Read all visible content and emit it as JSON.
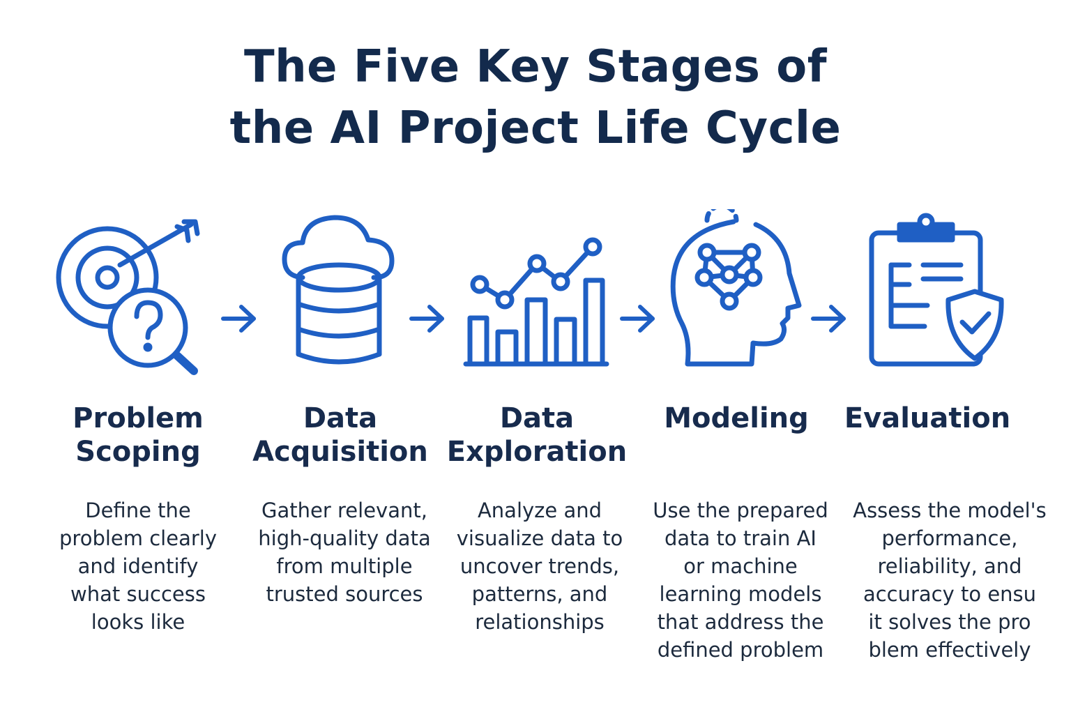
{
  "title": {
    "line1": "The Five Key Stages of",
    "line2": "the AI Project Life Cycle"
  },
  "colors": {
    "accent": "#1f5fc4",
    "title": "#132a4c",
    "text": "#1c2a3d"
  },
  "stages": [
    {
      "icon": "target-question-icon",
      "title_lines": [
        "Problem",
        "Scoping"
      ],
      "desc_lines": [
        "Define the",
        "problem clearly",
        "and identify",
        "what success",
        "looks like"
      ]
    },
    {
      "icon": "cloud-database-icon",
      "title_lines": [
        "Data",
        "Acquisition"
      ],
      "desc_lines": [
        "Gather relevant,",
        "high-quality data",
        "from multiple",
        "trusted sources"
      ]
    },
    {
      "icon": "chart-analytics-icon",
      "title_lines": [
        "Data",
        "Exploration"
      ],
      "desc_lines": [
        "Analyze and",
        "visualize data to",
        "uncover trends,",
        "patterns, and",
        "relationships"
      ]
    },
    {
      "icon": "brain-network-icon",
      "title_lines": [
        "Modeling"
      ],
      "desc_lines": [
        "Use the prepared",
        "data to train AI",
        "or machine",
        "learning models",
        "that address the",
        "defined problem"
      ]
    },
    {
      "icon": "clipboard-check-icon",
      "title_lines": [
        "Evaluation"
      ],
      "desc_lines": [
        "Assess the model's",
        "performance,",
        "reliability, and",
        "accuracy to ensu",
        "it solves the pro",
        "blem effectively"
      ]
    }
  ]
}
